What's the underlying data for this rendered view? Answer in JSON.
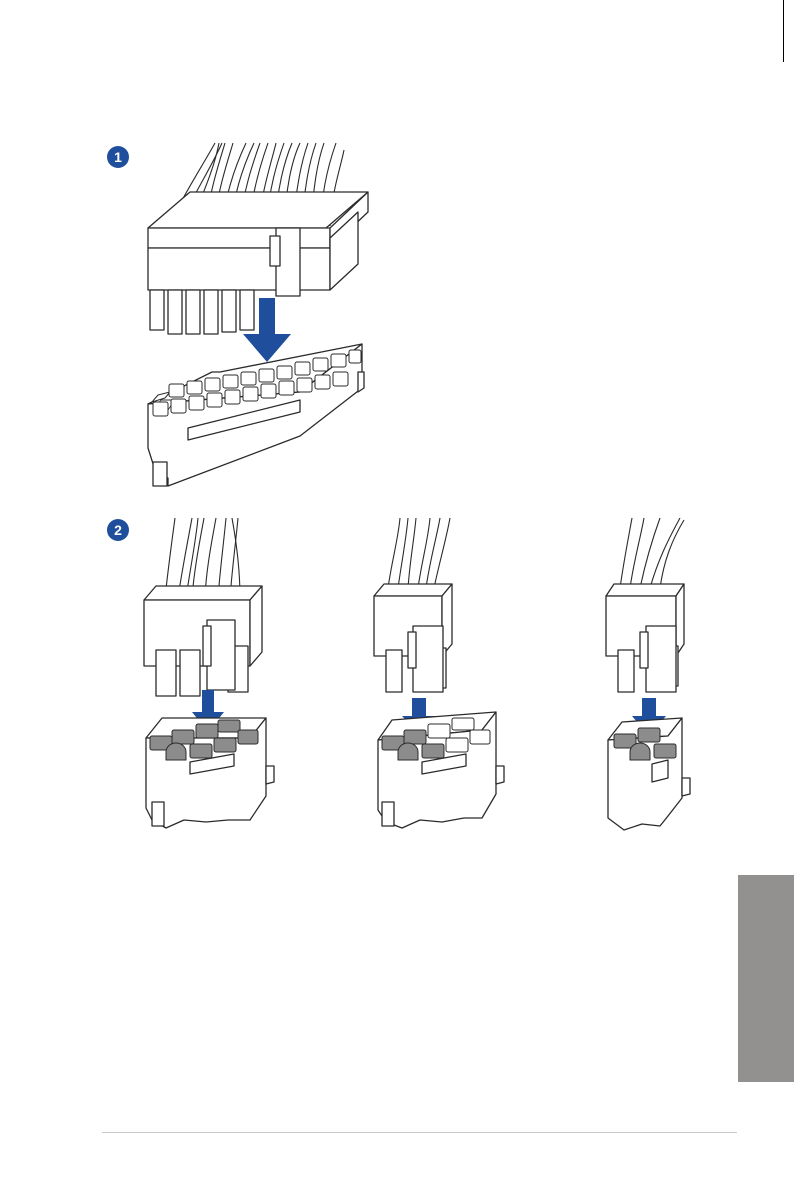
{
  "steps": [
    {
      "number": "1"
    },
    {
      "number": "2"
    }
  ],
  "colors": {
    "step_badge": "#1f4f9c",
    "arrow": "#1f4f9c",
    "side_tab": "#939090",
    "pin_fill": "#8c8c8c",
    "outline": "#2b2b2b"
  },
  "icons": {
    "step1": "24-pin-atx-connector-insertion",
    "step2_a": "8-pin-eps-connector-insertion",
    "step2_b": "8-pin-eps-connector-insertion",
    "step2_c": "4-pin-atx12v-connector-insertion"
  }
}
